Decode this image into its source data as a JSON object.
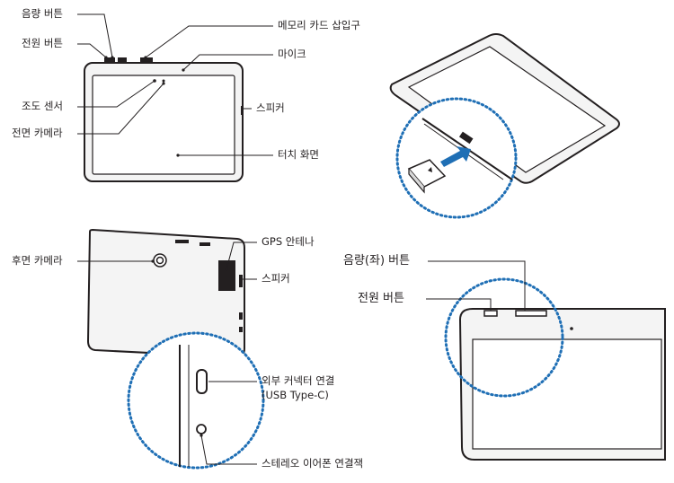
{
  "labels": {
    "volume_button": "음량 버튼",
    "power_button": "전원 버튼",
    "memory_card_slot": "메모리 카드 삽입구",
    "mic": "마이크",
    "light_sensor": "조도 센서",
    "speaker_right": "스피커",
    "front_camera": "전면 카메라",
    "touch_screen": "터치 화면",
    "gps_antenna": "GPS 안테나",
    "rear_camera": "후면 카메라",
    "speaker_back": "스피커",
    "external_connector_line1": "외부 커넥터 연결",
    "external_connector_line2": "(USB Type-C)",
    "earphone_jack": "스테레오 이어폰 연결잭",
    "volume_left_button": "음량(좌) 버튼",
    "power_button_2": "전원 버튼"
  },
  "colors": {
    "outline": "#231f20",
    "leader": "#231f20",
    "dotted_circle": "#1f6fb5",
    "arrow": "#1f6fb5",
    "screen_fill": "#ffffff",
    "device_fill": "#f4f4f4"
  }
}
